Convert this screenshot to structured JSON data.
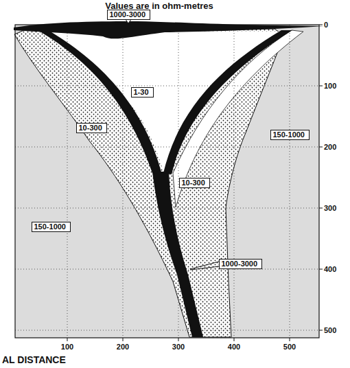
{
  "diagram": {
    "title": "Values are in ohm-metres",
    "nodes": [
      {
        "text": [
          "1000-3000"
        ]
      },
      {
        "text": [
          "1-30"
        ]
      },
      {
        "text": [
          "10-300"
        ]
      },
      {
        "text": [
          "150-1000"
        ]
      },
      {
        "text": [
          "10-300"
        ]
      },
      {
        "text": [
          "150-1000"
        ]
      },
      {
        "text": [
          "1000-3000"
        ]
      }
    ],
    "labels": [
      "0",
      "100",
      "200",
      "300",
      "400",
      "500",
      "100",
      "200",
      "300",
      "400",
      "500",
      "AL DISTANCE"
    ]
  }
}
